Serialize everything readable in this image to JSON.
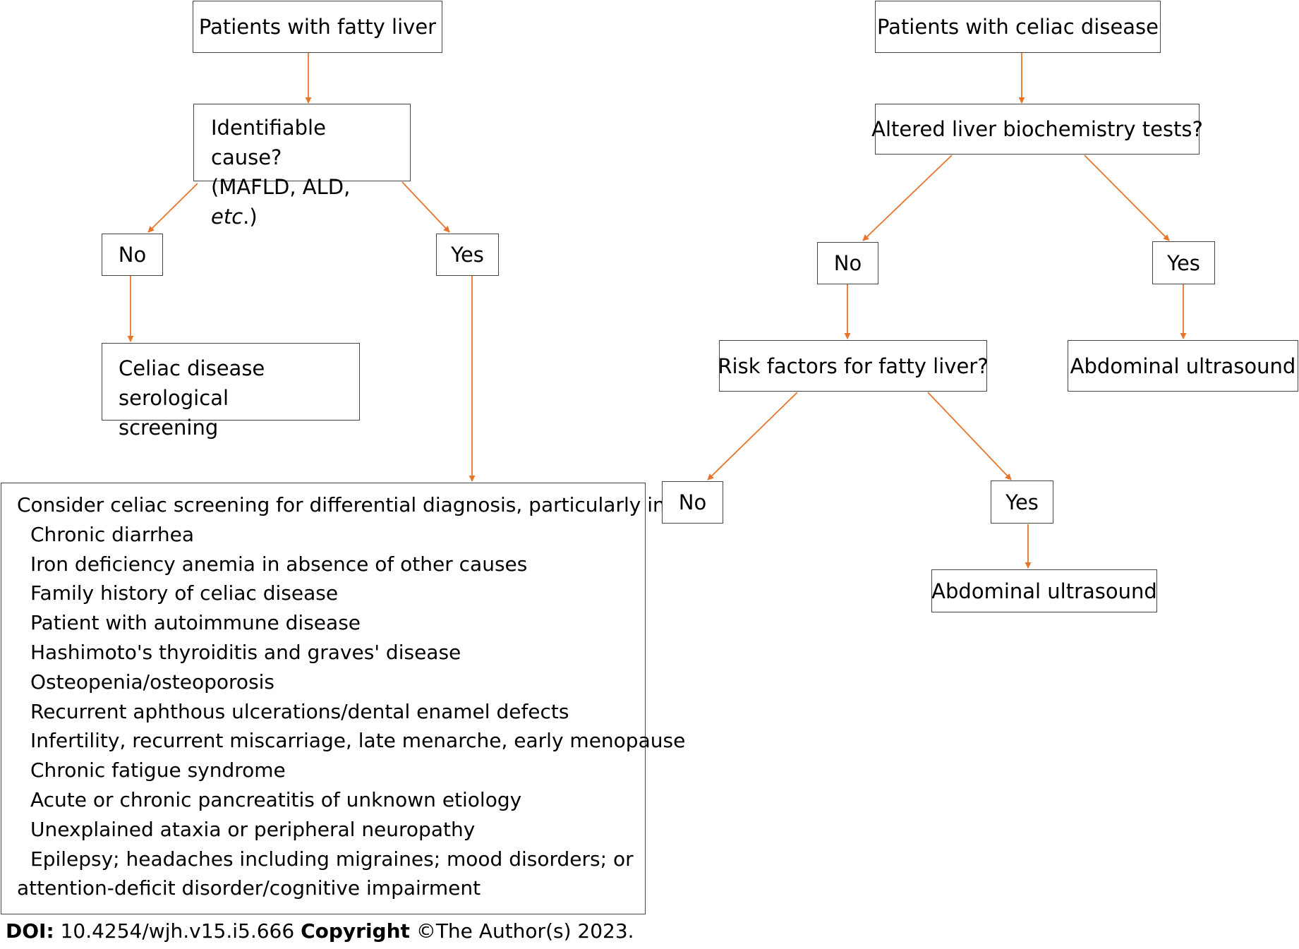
{
  "left_flow": {
    "start": "Patients with fatty liver",
    "question_line1": "Identifiable cause?",
    "question_line2_prefix": "(MAFLD, ALD, ",
    "question_line2_italic": "etc",
    "question_line2_suffix": ".)",
    "no_label": "No",
    "yes_label": "Yes",
    "no_outcome_line1": "Celiac disease serological",
    "no_outcome_line2": "screening",
    "yes_outcome": {
      "intro": "Consider celiac screening for differential diagnosis, particularly in:",
      "items": [
        "Chronic diarrhea",
        "Iron deficiency anemia in absence of other causes",
        "Family history of celiac disease",
        "Patient with autoimmune disease",
        "Hashimoto's thyroiditis and graves' disease",
        "Osteopenia/osteoporosis",
        "Recurrent aphthous ulcerations/dental enamel defects",
        "Infertility, recurrent miscarriage, late menarche, early menopause",
        "Chronic fatigue syndrome",
        "Acute or chronic pancreatitis of unknown etiology",
        "Unexplained ataxia or peripheral neuropathy",
        "Epilepsy; headaches including migraines; mood disorders; or"
      ],
      "continuation": "attention-deficit disorder/cognitive impairment"
    }
  },
  "right_flow": {
    "start": "Patients with celiac disease",
    "question": "Altered liver biochemistry tests?",
    "no_label": "No",
    "yes_label": "Yes",
    "yes_outcome": "Abdominal ultrasound",
    "sub_question": "Risk factors for fatty liver?",
    "sub_no_label": "No",
    "sub_yes_label": "Yes",
    "sub_yes_outcome": "Abdominal ultrasound"
  },
  "footer": {
    "doi_label": "DOI:",
    "doi_value": " 10.4254/wjh.v15.i5.666 ",
    "copyright_label": "Copyright",
    "copyright_value": " ©The Author(s) 2023."
  },
  "colors": {
    "arrow": "#E8742A",
    "border": "#444444"
  }
}
